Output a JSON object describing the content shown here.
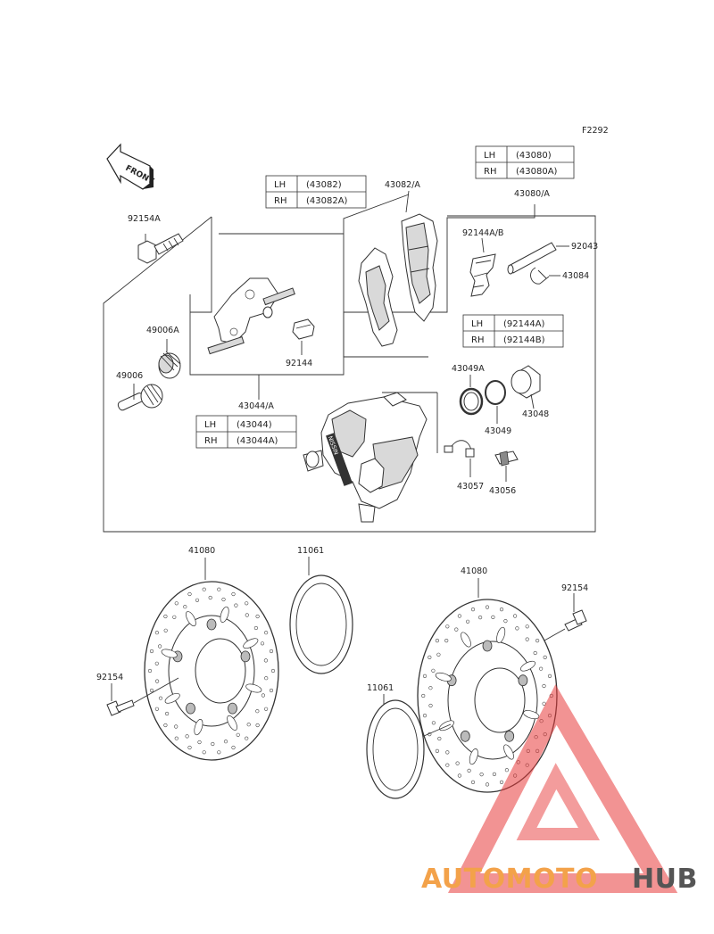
{
  "figure_code": "F2292",
  "front_label": "FRONT",
  "parts": {
    "p92154A": "92154A",
    "p49006A": "49006A",
    "p49006": "49006",
    "p92144": "92144",
    "p43044A": "43044/A",
    "p43082A": "43082/A",
    "p43080A": "43080/A",
    "p92144AB": "92144A/B",
    "p92043": "92043",
    "p43084": "43084",
    "p43049A": "43049A",
    "p43048": "43048",
    "p43049": "43049",
    "p43057": "43057",
    "p43056": "43056",
    "p41080_left": "41080",
    "p11061_top": "11061",
    "p41080_right": "41080",
    "p92154_right": "92154",
    "p92154_left": "92154",
    "p11061_bottom": "11061"
  },
  "tables": {
    "t43080": [
      [
        "LH",
        "(43080)"
      ],
      [
        "RH",
        "(43080A)"
      ]
    ],
    "t43082": [
      [
        "LH",
        "(43082)"
      ],
      [
        "RH",
        "(43082A)"
      ]
    ],
    "t92144": [
      [
        "LH",
        "(92144A)"
      ],
      [
        "RH",
        "(92144B)"
      ]
    ],
    "t43044": [
      [
        "LH",
        "(43044)"
      ],
      [
        "RH",
        "(43044A)"
      ]
    ]
  },
  "watermark": {
    "part1": "AUTOMOTO",
    "part2": "HUB",
    "color1": "#f3a24a",
    "color2": "#555555",
    "triangle_color": "#e83a3a"
  }
}
